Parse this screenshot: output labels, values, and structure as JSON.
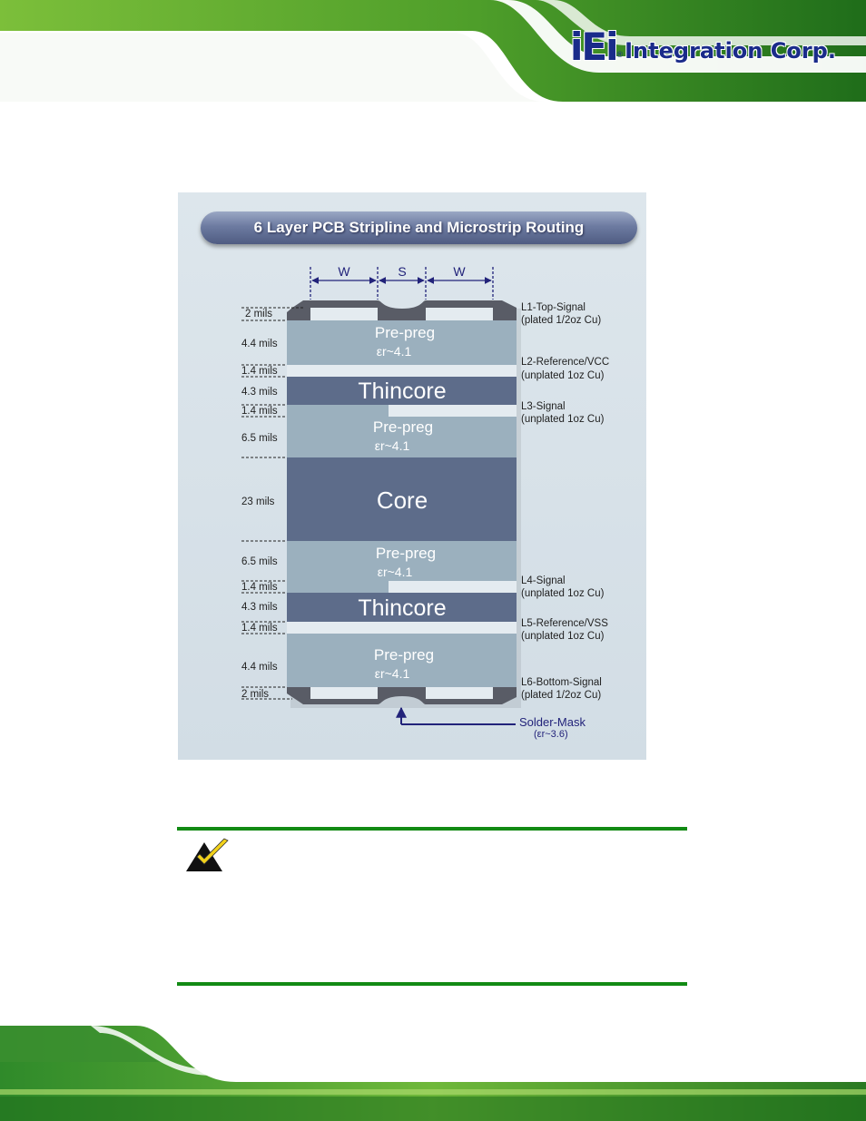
{
  "header": {
    "logo": {
      "mark": "iEi",
      "registered": "®",
      "text": "Integration Corp."
    }
  },
  "diagram": {
    "title": "6 Layer PCB Stripline and Microstrip Routing",
    "dimensions": {
      "w1": "W",
      "s": "S",
      "w2": "W"
    },
    "thickness_labels": [
      "2 mils",
      "4.4 mils",
      "1.4 mils",
      "4.3 mils",
      "1.4 mils",
      "6.5 mils",
      "23 mils",
      "6.5 mils",
      "1.4 mils",
      "4.3 mils",
      "1.4 mils",
      "4.4 mils",
      "2 mils"
    ],
    "materials": [
      {
        "name": "Pre-preg",
        "er": "εr~4.1"
      },
      {
        "name": "Thincore"
      },
      {
        "name": "Pre-preg",
        "er": "εr~4.1"
      },
      {
        "name": "Core"
      },
      {
        "name": "Pre-preg",
        "er": "εr~4.1"
      },
      {
        "name": "Thincore"
      },
      {
        "name": "Pre-preg",
        "er": "εr~4.1"
      }
    ],
    "layers": [
      {
        "name": "L1-Top-Signal",
        "detail": "(plated 1/2oz Cu)"
      },
      {
        "name": "L2-Reference/VCC",
        "detail": "(unplated 1oz Cu)"
      },
      {
        "name": "L3-Signal",
        "detail": "(unplated 1oz Cu)"
      },
      {
        "name": "L4-Signal",
        "detail": "(unplated 1oz Cu)"
      },
      {
        "name": "L5-Reference/VSS",
        "detail": "(unplated 1oz Cu)"
      },
      {
        "name": "L6-Bottom-Signal",
        "detail": "(plated 1/2oz Cu)"
      }
    ],
    "solder_mask": {
      "name": "Solder-Mask",
      "er": "(εr~3.6)"
    },
    "colors": {
      "prepreg": "#9bb0be",
      "thincore": "#5d6c8a",
      "core": "#5d6c8a",
      "copper": "#e4ebf0",
      "mask": "#595c66",
      "navy": "#22237a"
    }
  },
  "note": {
    "icon": "checkmark-note-icon",
    "rule_color": "#128a14"
  }
}
